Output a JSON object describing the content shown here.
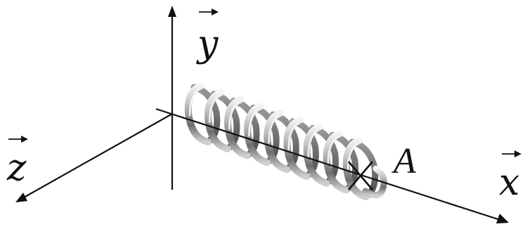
{
  "axes": {
    "y": {
      "label": "y"
    },
    "x": {
      "label": "x"
    },
    "z": {
      "label": "z"
    }
  },
  "point": {
    "label": "A"
  },
  "colors": {
    "ink": "#111111",
    "spring_dark": "#4a4a4a",
    "spring_mid": "#8d8d8d",
    "spring_light": "#d9d9d9",
    "spring_highlight": "#f4f4f4"
  },
  "spring": {
    "coil_count": 9
  }
}
